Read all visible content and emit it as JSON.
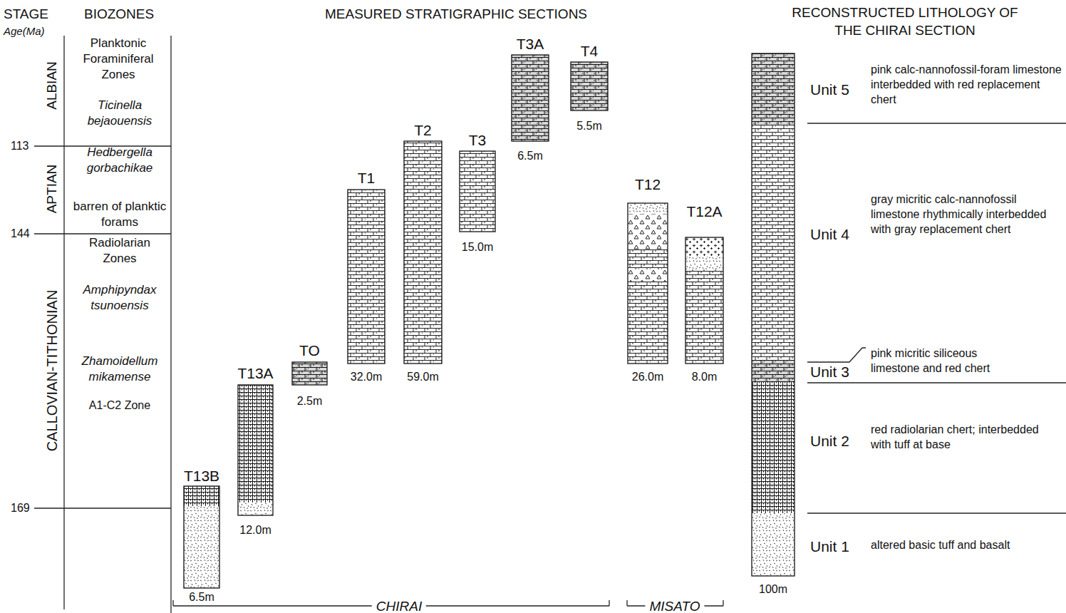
{
  "diagram": {
    "nodes": [
      {
        "text": [
          "T13B",
          "6.5m"
        ]
      },
      {
        "text": [
          "T13A",
          "12.0m"
        ]
      },
      {
        "text": [
          "TO",
          "2.5m"
        ]
      },
      {
        "text": [
          "T1",
          "32.0m"
        ]
      },
      {
        "text": [
          "T2",
          "59.0m"
        ]
      },
      {
        "text": [
          "T3",
          "15.0m"
        ]
      },
      {
        "text": [
          "T3A",
          "6.5m"
        ]
      },
      {
        "text": [
          "T4",
          "5.5m"
        ]
      },
      {
        "text": [
          "T12",
          "26.0m"
        ]
      },
      {
        "text": [
          "T12A",
          "8.0m"
        ]
      },
      {
        "text": [
          "100m"
        ]
      }
    ],
    "labels": [
      "STAGE",
      "BIOZONES",
      "Age(Ma)",
      "Planktonic Foraminiferal Zones",
      "ALBIAN",
      "Ticinella bejaouensis",
      "113",
      "APTIAN",
      "Hedbergella gorbachikae",
      "barren of planktic forams",
      "144",
      "Radiolarian Zones",
      "CALLOVIAN-TITHONIAN",
      "Amphipyndax tsunoensis",
      "Zhamoidellum mikamense",
      "A1-C2 Zone",
      "169",
      "MEASURED STRATIGRAPHIC SECTIONS",
      "RECONSTRUCTED LITHOLOGY OF THE CHIRAI SECTION",
      "CHIRAI",
      "MISATO",
      "Unit 5",
      "pink calc-nannofossil-foram limestone interbedded with red replacement chert",
      "Unit 4",
      "gray micritic calc-nannofossil limestone rhythmically interbedded with gray replacement chert",
      "Unit 3",
      "pink micritic siliceous limestone and red chert",
      "Unit 2",
      "red radiolarian chert; interbedded with tuff at base",
      "Unit 1",
      "altered basic tuff and basalt"
    ]
  }
}
